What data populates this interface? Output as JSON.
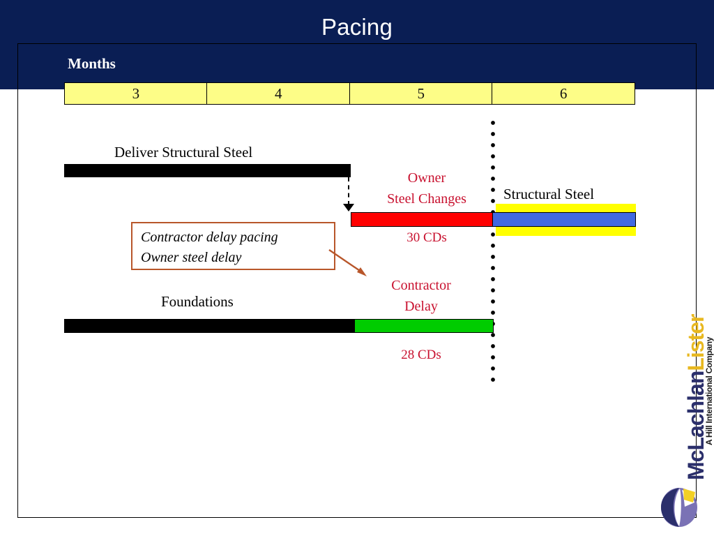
{
  "slide": {
    "title": "Pacing"
  },
  "timescale": {
    "axis_label": "Months",
    "months": [
      "3",
      "4",
      "5",
      "6"
    ]
  },
  "activities": {
    "deliver_steel": {
      "label": "Deliver Structural Steel",
      "bar_color": "#000000"
    },
    "owner_steel_changes": {
      "label_line1": "Owner",
      "label_line2": "Steel Changes",
      "duration": "30 CDs",
      "bar_color": "#ff0000",
      "text_color": "#c8102e"
    },
    "structural_steel": {
      "label": "Structural Steel",
      "bar_color": "#4169e1",
      "highlight_color": "#ffff00"
    },
    "foundations": {
      "label": "Foundations",
      "bar_color": "#000000"
    },
    "contractor_delay": {
      "label_line1": "Contractor",
      "label_line2": "Delay",
      "duration": "28 CDs",
      "bar_color": "#00cc00",
      "text_color": "#c8102e"
    }
  },
  "callout": {
    "line1": "Contractor delay pacing",
    "line2": " Owner steel delay",
    "border_color": "#b8562a"
  },
  "brand": {
    "name_part1": "McLachlan",
    "name_part2": "Lister",
    "tagline": "A Hill International Company",
    "color_primary": "#2b2f6b",
    "color_accent": "#e8b820"
  },
  "theme": {
    "band_color": "#0a1e54",
    "month_cell_color": "#fdfd87"
  }
}
